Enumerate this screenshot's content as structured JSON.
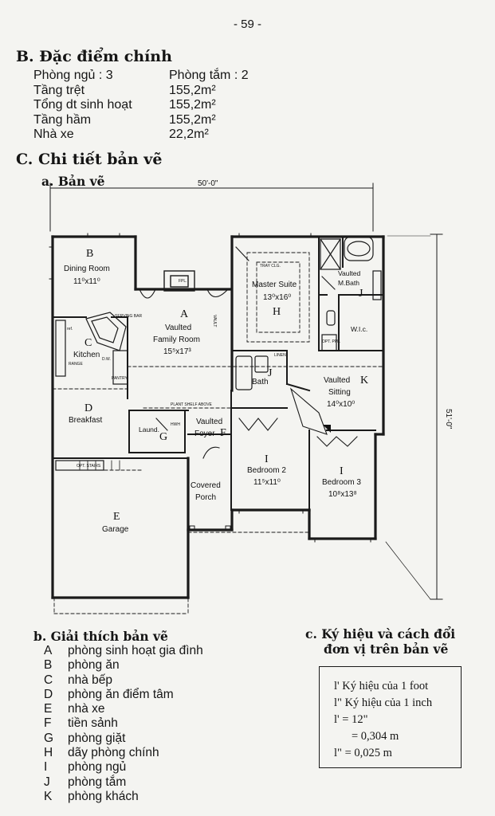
{
  "page_number": "- 59 -",
  "features": {
    "heading": "B. Đặc điểm chính",
    "rows": [
      {
        "left": "Phòng ngủ : 3",
        "right": "Phòng tắm : 2"
      },
      {
        "left": "Tầng trệt",
        "right": "155,2m²"
      },
      {
        "left": "Tổng dt sinh hoạt",
        "right": "155,2m²"
      },
      {
        "left": "Tầng hầm",
        "right": "155,2m²"
      },
      {
        "left": "Nhà xe",
        "right": "22,2m²"
      }
    ]
  },
  "details": {
    "heading": "C. Chi tiết bản vẽ",
    "drawing_heading": "a. Bản vẽ"
  },
  "plan": {
    "width_dim": "50'-0\"",
    "depth_dim": "51'-0\"",
    "rooms": {
      "B": {
        "letter": "B",
        "name": "Dining Room",
        "size": "11⁰x11⁰"
      },
      "A": {
        "letter": "A",
        "name1": "Vaulted",
        "name2": "Family Room",
        "size": "15⁵x17³"
      },
      "H": {
        "letter": "H",
        "name": "Master Suite",
        "size": "13⁰x16⁰"
      },
      "Jm": {
        "letter": "J",
        "name1": "Vaulted",
        "name2": "M.Bath"
      },
      "C": {
        "letter": "C",
        "name": "Kitchen"
      },
      "Jb": {
        "letter": "J",
        "name": "Bath"
      },
      "K": {
        "letter": "K",
        "name1": "Vaulted",
        "name2": "Sitting",
        "size": "14⁰x10⁰"
      },
      "D": {
        "letter": "D",
        "name": "Breakfast"
      },
      "G": {
        "letter": "G",
        "name": "Laund."
      },
      "F": {
        "letter": "F",
        "name1": "Vaulted",
        "name2": "Foyer"
      },
      "I2": {
        "letter": "I",
        "name": "Bedroom 2",
        "size": "11⁵x11⁰"
      },
      "I3": {
        "letter": "I",
        "name": "Bedroom 3",
        "size": "10⁸x13⁸"
      },
      "E": {
        "letter": "E",
        "name": "Garage"
      }
    },
    "small": {
      "fpl": "FPL.",
      "tray": "TRAY CLG.",
      "vault": "VAULT",
      "wic": "W.I.c.",
      "serving": "SERVING BAR",
      "ref": "ref.",
      "range": "RANGE",
      "dw": "D.W.",
      "pantry": "PANTRY",
      "plant_shelf": "PLANT SHELF ABOVE",
      "linen": "LINEN",
      "porch1": "Covered",
      "porch2": "Porch",
      "stairs": "OPT. STAIRS",
      "opt_ppl": "OPT. PPL.",
      "hwh": "HWH"
    }
  },
  "legend": {
    "heading": "b. Giải thích bản vẽ",
    "items": [
      {
        "letter": "A",
        "text": "phòng sinh hoạt gia đình"
      },
      {
        "letter": "B",
        "text": "phòng ăn"
      },
      {
        "letter": "C",
        "text": "nhà bếp"
      },
      {
        "letter": "D",
        "text": "phòng ăn điểm tâm"
      },
      {
        "letter": "E",
        "text": "nhà xe"
      },
      {
        "letter": "F",
        "text": "tiền sảnh"
      },
      {
        "letter": "G",
        "text": "phòng giặt"
      },
      {
        "letter": "H",
        "text": "dãy phòng chính"
      },
      {
        "letter": "I",
        "text": "phòng ngủ"
      },
      {
        "letter": "J",
        "text": "phòng tắm"
      },
      {
        "letter": "K",
        "text": "phòng khách"
      }
    ]
  },
  "symbols": {
    "heading_line1": "c. Ký hiệu và cách đổi",
    "heading_line2": "đơn vị trên bản vẽ",
    "lines": [
      "l' Ký hiệu của 1 foot",
      "l\" Ký hiệu của 1 inch",
      "l'  = 12\"",
      "= 0,304 m",
      "l\"  = 0,025 m"
    ]
  }
}
